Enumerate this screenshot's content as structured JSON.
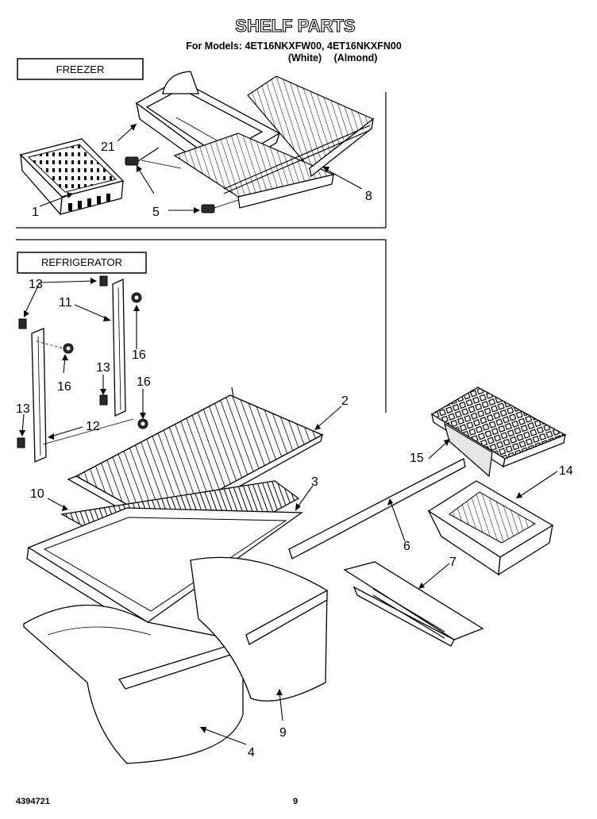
{
  "header": {
    "title": "SHELF PARTS",
    "models_line": "For Models: 4ET16NKXFW00, 4ET16NKXFN00",
    "white": "(White)",
    "almond": "(Almond)"
  },
  "sections": {
    "freezer": "FREEZER",
    "refrigerator": "REFRIGERATOR"
  },
  "callouts": {
    "c1": "1",
    "c2": "2",
    "c3": "3",
    "c4": "4",
    "c5": "5",
    "c6": "6",
    "c7": "7",
    "c8": "8",
    "c9": "9",
    "c10": "10",
    "c11": "11",
    "c12": "12",
    "c13a": "13",
    "c13b": "13",
    "c13c": "13",
    "c14": "14",
    "c15": "15",
    "c16a": "16",
    "c16b": "16",
    "c16c": "16",
    "c21": "21"
  },
  "footer": {
    "part_number": "4394721",
    "page": "9"
  }
}
